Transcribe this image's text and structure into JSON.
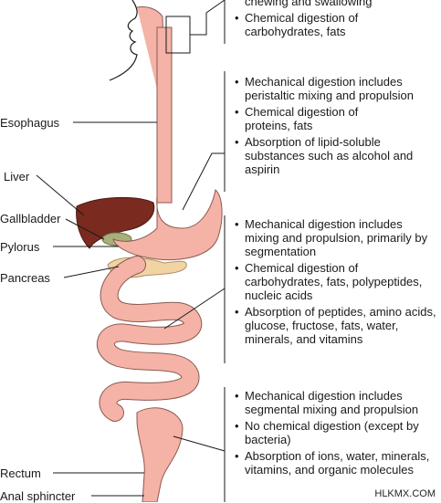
{
  "colors": {
    "tract": "#f4b3a6",
    "tract_outline": "#8a5a52",
    "liver": "#7a2a1f",
    "gallbladder": "#a8b07a",
    "pancreas": "#f2d3a2",
    "lines": "#1a1a1a"
  },
  "labels": {
    "esophagus": "Esophagus",
    "liver": "Liver",
    "gallbladder": "Gallbladder",
    "pylorus": "Pylorus",
    "pancreas": "Pancreas",
    "rectum": "Rectum",
    "anal_sphincter": "Anal sphincter"
  },
  "mouth_box": [
    "chewing and swallowing",
    "Chemical digestion of carbohydrates, fats"
  ],
  "stomach_box": [
    "Mechanical digestion includes peristaltic mixing and propulsion",
    "Chemical digestion of proteins, fats",
    "Absorption of lipid-soluble substances such as alcohol and aspirin"
  ],
  "small_intestine_box": [
    "Mechanical digestion includes mixing and propulsion, primarily by segmentation",
    "Chemical digestion of carbohydrates, fats, polypeptides, nucleic acids",
    "Absorption of peptides, amino acids, glucose, fructose, fats, water, minerals, and vitamins"
  ],
  "large_intestine_box": [
    "Mechanical digestion includes segmental mixing and propulsion",
    "No chemical digestion (except by bacteria)",
    "Absorption of ions, water, minerals, vitamins, and organic molecules"
  ],
  "watermark": "HLKMX.COM"
}
